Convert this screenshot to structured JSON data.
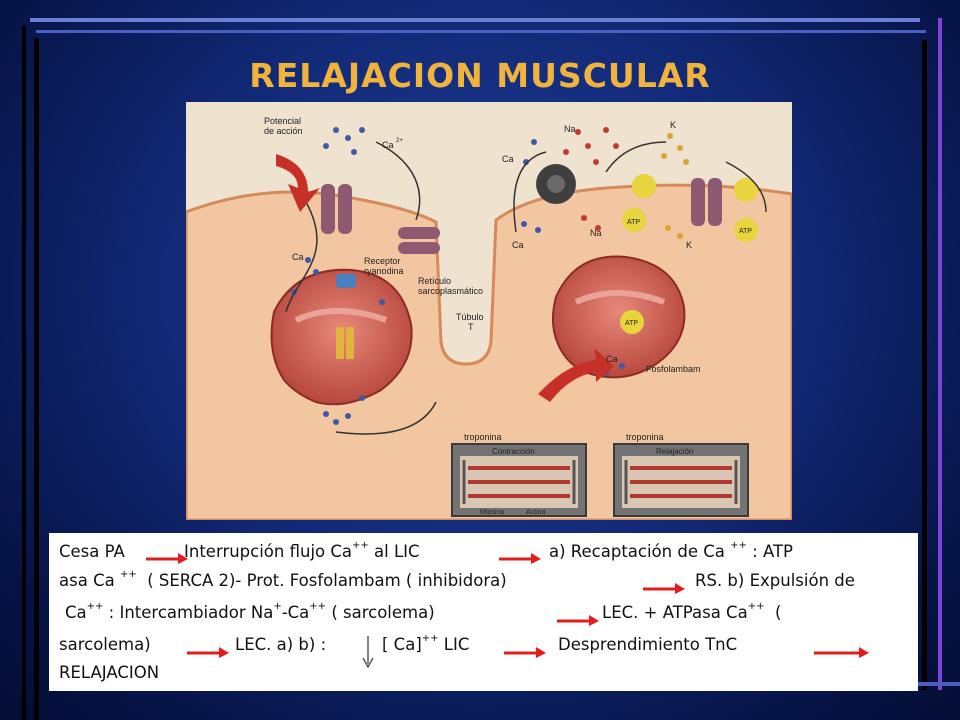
{
  "slide": {
    "title": "RELAJACION MUSCULAR",
    "colors": {
      "title": "#f2b33c",
      "arrow": "#e11d1d",
      "background": "#122a78"
    }
  },
  "figure": {
    "labels": {
      "potencial_accion_1": "Potencial",
      "potencial_accion_2": "de acción",
      "ca_top": "Ca",
      "ca_sup": "2+",
      "ca_left": "Ca",
      "receptor_1": "Receptor",
      "receptor_2": "ryanodina",
      "reticulo_1": "Retículo",
      "reticulo_2": "sarcoplasmático",
      "tubulo_1": "Túbulo",
      "tubulo_2": "T",
      "na_top": "Na",
      "k_top": "K",
      "ca_right_top": "Ca",
      "na_bottom": "Na",
      "k_bottom": "K",
      "ca_right_mid": "Ca",
      "atp1": "ATP",
      "atp2": "ATP",
      "atp3": "ATP",
      "ca_near_serca": "Ca",
      "fosfolambam": "Fosfolambam",
      "troponina_left": "troponina",
      "troponina_right": "troponina",
      "contraccion": "Contracción",
      "relajacion": "Relajación",
      "miosina": "Miosina",
      "actina": "Actina"
    }
  },
  "text": {
    "l1_a": "Cesa PA",
    "l1_b": "Interrupción flujo Ca",
    "l1_b_sup": "++",
    "l1_c": "al LIC",
    "l1_d": "a) Recaptación de Ca",
    "l1_d_sup": "++",
    "l1_e": ": ATP",
    "l2_a": "asa Ca",
    "l2_a_sup": "++",
    "l2_b": "( SERCA 2)- Prot. Fosfolambam ( inhibidora)",
    "l2_c": "RS. b) Expulsión de",
    "l3_a": "Ca",
    "l3_a_sup": "++",
    "l3_b": ": Intercambiador Na",
    "l3_b_sup": "+",
    "l3_c": "-Ca",
    "l3_c_sup": "++",
    "l3_d": "( sarcolema)",
    "l3_e": "LEC. + ATPasa Ca",
    "l3_e_sup": "++",
    "l3_f": "(",
    "l4_a": "sarcolema)",
    "l4_b": "LEC. a) b) :",
    "l4_c": "[ Ca]",
    "l4_c_sup": "++",
    "l4_d": "LIC",
    "l4_e": "Desprendimiento TnC",
    "l5_a": "RELAJACION"
  }
}
